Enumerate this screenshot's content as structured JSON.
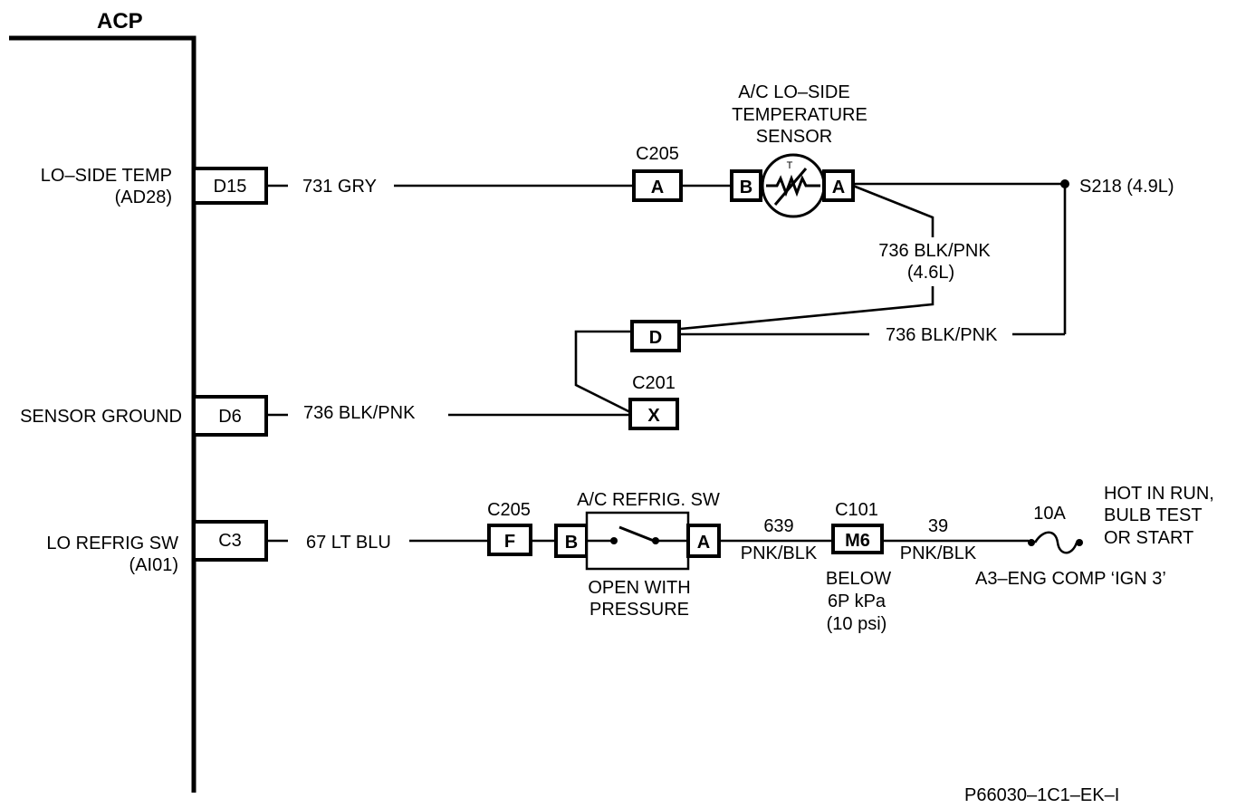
{
  "module": {
    "name": "ACP"
  },
  "pins": [
    {
      "circuit": "LO–SIDE TEMP",
      "sub": "(AD28)",
      "pin": "D15",
      "wire": "731 GRY"
    },
    {
      "circuit": "SENSOR GROUND",
      "sub": "",
      "pin": "D6",
      "wire": "736 BLK/PNK"
    },
    {
      "circuit": "LO REFRIG SW",
      "sub": "(AI01)",
      "pin": "C3",
      "wire": "67 LT BLU"
    }
  ],
  "sensor": {
    "title": [
      "A/C LO–SIDE",
      "TEMPERATURE",
      "SENSOR"
    ],
    "left_pin": "B",
    "right_pin": "A",
    "symbol_letter": "T"
  },
  "connectors": {
    "c205_top": {
      "name": "C205",
      "pin": "A"
    },
    "c201": {
      "name": "C201",
      "pin_d": "D",
      "pin_x": "X"
    },
    "c205_bottom": {
      "name": "C205",
      "pin": "F"
    },
    "c101": {
      "name": "C101",
      "pin": "M6"
    }
  },
  "splice": {
    "label": "S218 (4.9L)"
  },
  "wires": {
    "blkpnk_46": [
      "736 BLK/PNK",
      "(4.6L)"
    ],
    "blkpnk_49": "736 BLK/PNK",
    "w639": [
      "639",
      "PNK/BLK"
    ],
    "w39": [
      "39",
      "PNK/BLK"
    ]
  },
  "switch": {
    "title": "A/C REFRIG. SW",
    "left_pin": "B",
    "right_pin": "A",
    "note": [
      "OPEN WITH",
      "PRESSURE"
    ]
  },
  "pressure_note": [
    "BELOW",
    "6P kPa",
    "(10 psi)"
  ],
  "fuse": {
    "rating": "10A",
    "name": "A3–ENG COMP ‘IGN 3’",
    "power": [
      "HOT IN RUN,",
      "BULB TEST",
      "OR START"
    ]
  },
  "figure_id": "P66030–1C1–EK–I"
}
